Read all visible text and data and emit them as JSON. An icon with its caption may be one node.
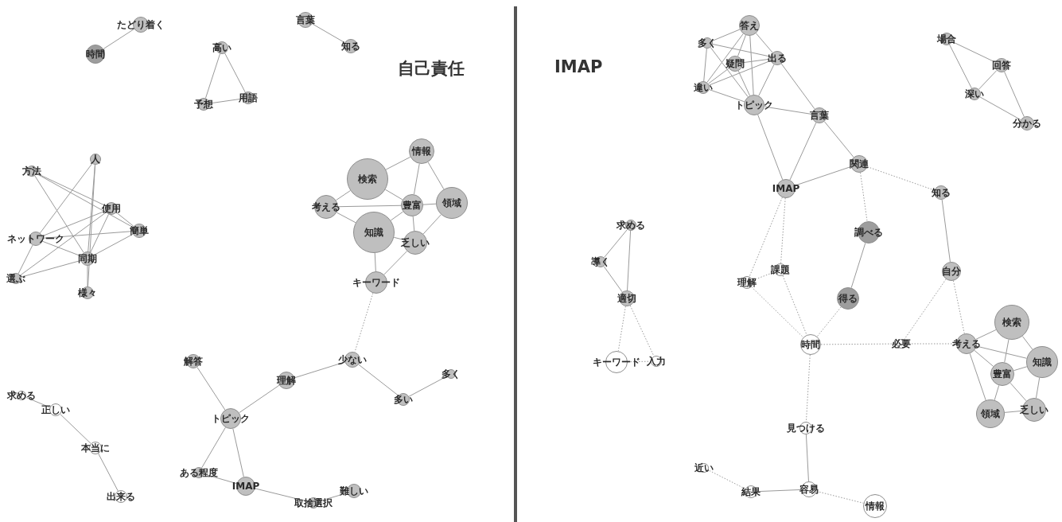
{
  "diagram": {
    "nodes": [
      {
        "text": [
          "たどり着く"
        ]
      },
      {
        "text": [
          "時間"
        ]
      },
      {
        "text": [
          "高い"
        ]
      },
      {
        "text": [
          "用語"
        ]
      },
      {
        "text": [
          "予想"
        ]
      },
      {
        "text": [
          "言葉"
        ]
      },
      {
        "text": [
          "知る"
        ]
      },
      {
        "text": [
          "人"
        ]
      },
      {
        "text": [
          "方法"
        ]
      },
      {
        "text": [
          "ネットワーク"
        ]
      },
      {
        "text": [
          "使用"
        ]
      },
      {
        "text": [
          "簡単"
        ]
      },
      {
        "text": [
          "同期"
        ]
      },
      {
        "text": [
          "選ぶ"
        ]
      },
      {
        "text": [
          "様々"
        ]
      },
      {
        "text": [
          "情報"
        ]
      },
      {
        "text": [
          "検索"
        ]
      },
      {
        "text": [
          "考える"
        ]
      },
      {
        "text": [
          "豊富"
        ]
      },
      {
        "text": [
          "領域"
        ]
      },
      {
        "text": [
          "知識"
        ]
      },
      {
        "text": [
          "乏しい"
        ]
      },
      {
        "text": [
          "キーワード"
        ]
      },
      {
        "text": [
          "解答"
        ]
      },
      {
        "text": [
          "理解"
        ]
      },
      {
        "text": [
          "少ない"
        ]
      },
      {
        "text": [
          "多く"
        ]
      },
      {
        "text": [
          "多い"
        ]
      },
      {
        "text": [
          "トピック"
        ]
      },
      {
        "text": [
          "求める"
        ]
      },
      {
        "text": [
          "正しい"
        ]
      },
      {
        "text": [
          "本当に"
        ]
      },
      {
        "text": [
          "出来る"
        ]
      },
      {
        "text": [
          "ある程度"
        ]
      },
      {
        "text": [
          "IMAP"
        ]
      },
      {
        "text": [
          "取捨選択"
        ]
      },
      {
        "text": [
          "難しい"
        ]
      },
      {
        "text": [
          "答え"
        ]
      },
      {
        "text": [
          "多く"
        ]
      },
      {
        "text": [
          "疑問"
        ]
      },
      {
        "text": [
          "出る"
        ]
      },
      {
        "text": [
          "違い"
        ]
      },
      {
        "text": [
          "トピック"
        ]
      },
      {
        "text": [
          "言葉"
        ]
      },
      {
        "text": [
          "場合"
        ]
      },
      {
        "text": [
          "回答"
        ]
      },
      {
        "text": [
          "深い"
        ]
      },
      {
        "text": [
          "分かる"
        ]
      },
      {
        "text": [
          "IMAP"
        ]
      },
      {
        "text": [
          "関連"
        ]
      },
      {
        "text": [
          "知る"
        ]
      },
      {
        "text": [
          "求める"
        ]
      },
      {
        "text": [
          "導く"
        ]
      },
      {
        "text": [
          "適切"
        ]
      },
      {
        "text": [
          "キーワード"
        ]
      },
      {
        "text": [
          "入力"
        ]
      },
      {
        "text": [
          "理解"
        ]
      },
      {
        "text": [
          "課題"
        ]
      },
      {
        "text": [
          "調べる"
        ]
      },
      {
        "text": [
          "自分"
        ]
      },
      {
        "text": [
          "得る"
        ]
      },
      {
        "text": [
          "時間"
        ]
      },
      {
        "text": [
          "必要"
        ]
      },
      {
        "text": [
          "考える"
        ]
      },
      {
        "text": [
          "検索"
        ]
      },
      {
        "text": [
          "知識"
        ]
      },
      {
        "text": [
          "豊富"
        ]
      },
      {
        "text": [
          "領域"
        ]
      },
      {
        "text": [
          "乏しい"
        ]
      },
      {
        "text": [
          "見つける"
        ]
      },
      {
        "text": [
          "近い"
        ]
      },
      {
        "text": [
          "結果"
        ]
      },
      {
        "text": [
          "容易"
        ]
      },
      {
        "text": [
          "情報"
        ]
      }
    ],
    "edges": [
      {
        "from": 0,
        "to": 1,
        "arrow": "none"
      },
      {
        "from": 2,
        "to": 3,
        "arrow": "none"
      },
      {
        "from": 2,
        "to": 4,
        "arrow": "none"
      },
      {
        "from": 4,
        "to": 3,
        "arrow": "none"
      },
      {
        "from": 5,
        "to": 6,
        "arrow": "none"
      },
      {
        "from": 7,
        "to": 9,
        "arrow": "none"
      },
      {
        "from": 7,
        "to": 12,
        "arrow": "none"
      },
      {
        "from": 7,
        "to": 14,
        "arrow": "none"
      },
      {
        "from": 8,
        "to": 10,
        "arrow": "none"
      },
      {
        "from": 8,
        "to": 11,
        "arrow": "none"
      },
      {
        "from": 8,
        "to": 12,
        "arrow": "none"
      },
      {
        "from": 9,
        "to": 10,
        "arrow": "none"
      },
      {
        "from": 9,
        "to": 11,
        "arrow": "none"
      },
      {
        "from": 9,
        "to": 13,
        "arrow": "none"
      },
      {
        "from": 9,
        "to": 12,
        "arrow": "none"
      },
      {
        "from": 12,
        "to": 14,
        "arrow": "none"
      },
      {
        "from": 10,
        "to": 12,
        "arrow": "none"
      },
      {
        "from": 10,
        "to": 13,
        "arrow": "none"
      },
      {
        "from": 10,
        "to": 11,
        "arrow": "none"
      },
      {
        "from": 12,
        "to": 11,
        "arrow": "none"
      },
      {
        "from": 12,
        "to": 13,
        "arrow": "none"
      },
      {
        "from": 16,
        "to": 15,
        "arrow": "none"
      },
      {
        "from": 16,
        "to": 18,
        "arrow": "none"
      },
      {
        "from": 16,
        "to": 17,
        "arrow": "none"
      },
      {
        "from": 20,
        "to": 17,
        "arrow": "none"
      },
      {
        "from": 20,
        "to": 18,
        "arrow": "none"
      },
      {
        "from": 20,
        "to": 21,
        "arrow": "none"
      },
      {
        "from": 20,
        "to": 22,
        "arrow": "none"
      },
      {
        "from": 15,
        "to": 18,
        "arrow": "none"
      },
      {
        "from": 15,
        "to": 19,
        "arrow": "none"
      },
      {
        "from": 18,
        "to": 19,
        "arrow": "none"
      },
      {
        "from": 18,
        "to": 21,
        "arrow": "none"
      },
      {
        "from": 19,
        "to": 21,
        "arrow": "none"
      },
      {
        "from": 17,
        "to": 18,
        "arrow": "none"
      },
      {
        "from": 22,
        "to": 21,
        "arrow": "none"
      },
      {
        "from": 22,
        "to": 25,
        "arrow": "none",
        "style": "dashed"
      },
      {
        "from": 25,
        "to": 24,
        "arrow": "none"
      },
      {
        "from": 25,
        "to": 27,
        "arrow": "none"
      },
      {
        "from": 27,
        "to": 26,
        "arrow": "none"
      },
      {
        "from": 24,
        "to": 28,
        "arrow": "none"
      },
      {
        "from": 23,
        "to": 28,
        "arrow": "none"
      },
      {
        "from": 28,
        "to": 33,
        "arrow": "none"
      },
      {
        "from": 28,
        "to": 34,
        "arrow": "none"
      },
      {
        "from": 33,
        "to": 34,
        "arrow": "none"
      },
      {
        "from": 34,
        "to": 35,
        "arrow": "none"
      },
      {
        "from": 35,
        "to": 36,
        "arrow": "none"
      },
      {
        "from": 29,
        "to": 30,
        "arrow": "none"
      },
      {
        "from": 30,
        "to": 31,
        "arrow": "none"
      },
      {
        "from": 31,
        "to": 32,
        "arrow": "none"
      },
      {
        "from": 37,
        "to": 38,
        "arrow": "none"
      },
      {
        "from": 37,
        "to": 39,
        "arrow": "none"
      },
      {
        "from": 37,
        "to": 41,
        "arrow": "none"
      },
      {
        "from": 37,
        "to": 42,
        "arrow": "none"
      },
      {
        "from": 37,
        "to": 40,
        "arrow": "none"
      },
      {
        "from": 38,
        "to": 40,
        "arrow": "none"
      },
      {
        "from": 38,
        "to": 41,
        "arrow": "none"
      },
      {
        "from": 38,
        "to": 42,
        "arrow": "none"
      },
      {
        "from": 39,
        "to": 40,
        "arrow": "none"
      },
      {
        "from": 39,
        "to": 41,
        "arrow": "none"
      },
      {
        "from": 39,
        "to": 42,
        "arrow": "none"
      },
      {
        "from": 40,
        "to": 41,
        "arrow": "none"
      },
      {
        "from": 40,
        "to": 42,
        "arrow": "none"
      },
      {
        "from": 40,
        "to": 43,
        "arrow": "none"
      },
      {
        "from": 41,
        "to": 42,
        "arrow": "none"
      },
      {
        "from": 42,
        "to": 43,
        "arrow": "none"
      },
      {
        "from": 42,
        "to": 48,
        "arrow": "none"
      },
      {
        "from": 43,
        "to": 48,
        "arrow": "none"
      },
      {
        "from": 43,
        "to": 49,
        "arrow": "none"
      },
      {
        "from": 48,
        "to": 49,
        "arrow": "none"
      },
      {
        "from": 44,
        "to": 45,
        "arrow": "none"
      },
      {
        "from": 44,
        "to": 46,
        "arrow": "none"
      },
      {
        "from": 45,
        "to": 46,
        "arrow": "none"
      },
      {
        "from": 45,
        "to": 47,
        "arrow": "none"
      },
      {
        "from": 46,
        "to": 47,
        "arrow": "none"
      },
      {
        "from": 49,
        "to": 50,
        "arrow": "none",
        "style": "dashed"
      },
      {
        "from": 49,
        "to": 58,
        "arrow": "none",
        "style": "dashed"
      },
      {
        "from": 58,
        "to": 60,
        "arrow": "none"
      },
      {
        "from": 60,
        "to": 61,
        "arrow": "none",
        "style": "dashed"
      },
      {
        "from": 50,
        "to": 59,
        "arrow": "none"
      },
      {
        "from": 59,
        "to": 62,
        "arrow": "none",
        "style": "dashed"
      },
      {
        "from": 59,
        "to": 63,
        "arrow": "none",
        "style": "dashed"
      },
      {
        "from": 48,
        "to": 56,
        "arrow": "none",
        "style": "dashed"
      },
      {
        "from": 48,
        "to": 57,
        "arrow": "none",
        "style": "dashed"
      },
      {
        "from": 56,
        "to": 57,
        "arrow": "none",
        "style": "dashed"
      },
      {
        "from": 56,
        "to": 61,
        "arrow": "none",
        "style": "dashed"
      },
      {
        "from": 57,
        "to": 61,
        "arrow": "none",
        "style": "dashed"
      },
      {
        "from": 61,
        "to": 62,
        "arrow": "none",
        "style": "dashed"
      },
      {
        "from": 62,
        "to": 63,
        "arrow": "none",
        "style": "dashed"
      },
      {
        "from": 61,
        "to": 69,
        "arrow": "none",
        "style": "dashed"
      },
      {
        "from": 69,
        "to": 72,
        "arrow": "none"
      },
      {
        "from": 72,
        "to": 71,
        "arrow": "none"
      },
      {
        "from": 71,
        "to": 70,
        "arrow": "none",
        "style": "dashed"
      },
      {
        "from": 72,
        "to": 73,
        "arrow": "none",
        "style": "dashed"
      },
      {
        "from": 51,
        "to": 52,
        "arrow": "none"
      },
      {
        "from": 51,
        "to": 53,
        "arrow": "none"
      },
      {
        "from": 52,
        "to": 53,
        "arrow": "none"
      },
      {
        "from": 53,
        "to": 54,
        "arrow": "none",
        "style": "dashed"
      },
      {
        "from": 53,
        "to": 55,
        "arrow": "none",
        "style": "dashed"
      },
      {
        "from": 54,
        "to": 55,
        "arrow": "none",
        "style": "dashed"
      },
      {
        "from": 63,
        "to": 64,
        "arrow": "none"
      },
      {
        "from": 63,
        "to": 65,
        "arrow": "none"
      },
      {
        "from": 63,
        "to": 66,
        "arrow": "none"
      },
      {
        "from": 63,
        "to": 67,
        "arrow": "none"
      },
      {
        "from": 64,
        "to": 65,
        "arrow": "none"
      },
      {
        "from": 64,
        "to": 66,
        "arrow": "none"
      },
      {
        "from": 65,
        "to": 66,
        "arrow": "none"
      },
      {
        "from": 65,
        "to": 68,
        "arrow": "none"
      },
      {
        "from": 66,
        "to": 67,
        "arrow": "none"
      },
      {
        "from": 66,
        "to": 68,
        "arrow": "none"
      },
      {
        "from": 67,
        "to": 68,
        "arrow": "none"
      }
    ],
    "labels": [
      "自己責任",
      "IMAP"
    ]
  }
}
